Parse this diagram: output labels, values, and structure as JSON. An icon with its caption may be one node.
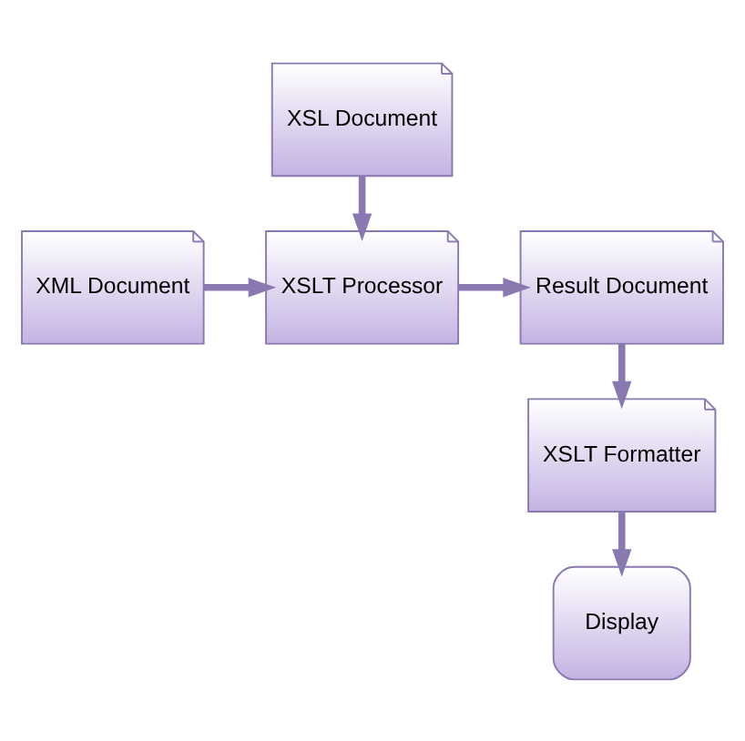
{
  "diagram": {
    "nodes": [
      {
        "text": [
          "XSL Document"
        ]
      },
      {
        "text": [
          "XML Document"
        ]
      },
      {
        "text": [
          "XSLT Processor"
        ]
      },
      {
        "text": [
          "Result Document"
        ]
      },
      {
        "text": [
          "XSLT Formatter"
        ]
      },
      {
        "text": [
          "Display"
        ]
      }
    ],
    "edges": [
      {
        "from": 0,
        "to": 2,
        "arrow": "to"
      },
      {
        "from": 1,
        "to": 2,
        "arrow": "to"
      },
      {
        "from": 2,
        "to": 3,
        "arrow": "to"
      },
      {
        "from": 3,
        "to": 4,
        "arrow": "to"
      },
      {
        "from": 4,
        "to": 5,
        "arrow": "to"
      }
    ]
  }
}
